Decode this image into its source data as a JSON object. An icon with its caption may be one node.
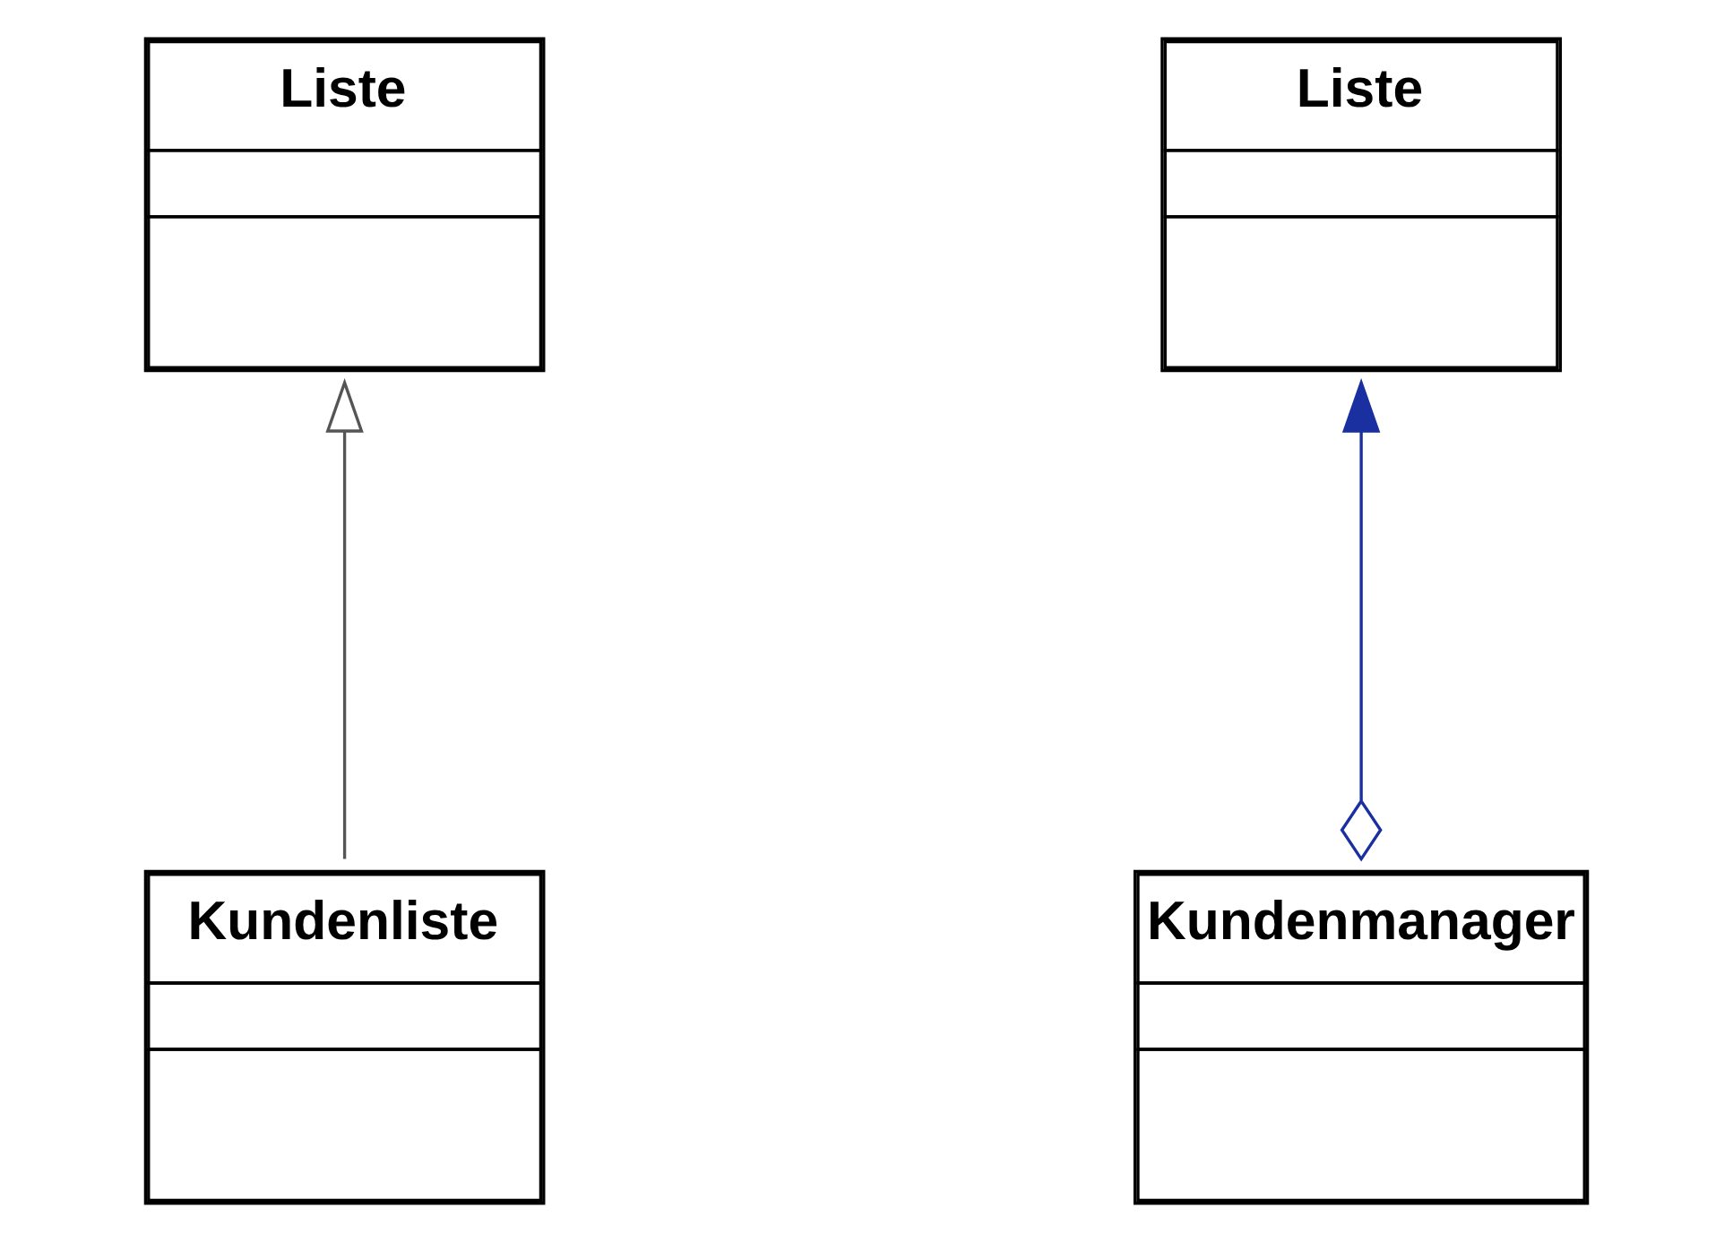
{
  "diagram": {
    "nodes": [
      {
        "text": [
          "Liste"
        ]
      },
      {
        "text": [
          "Kundenliste"
        ]
      },
      {
        "text": [
          "Liste"
        ]
      },
      {
        "text": [
          "Kundenmanager"
        ]
      }
    ],
    "edges": [
      {
        "from": 1,
        "to": 0,
        "arrow": "to"
      },
      {
        "from": 3,
        "to": 2,
        "arrow": "to",
        "color": "#1a2fa0"
      }
    ]
  }
}
